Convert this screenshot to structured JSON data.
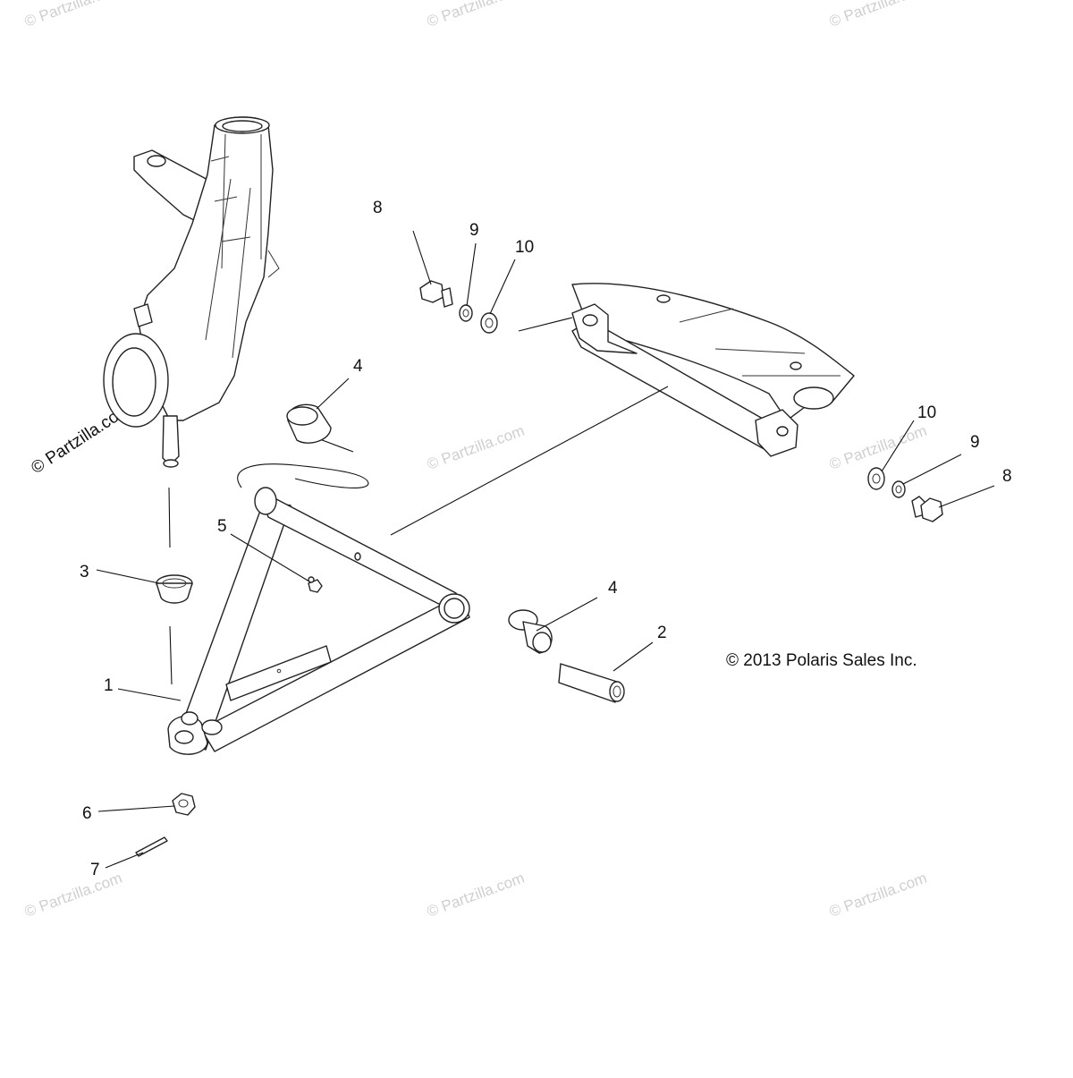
{
  "watermark": {
    "text": "© Partzilla.com",
    "prominent_text": "© Partzilla.com",
    "color": "#cfcfcf"
  },
  "copyright": "© 2013 Polaris Sales Inc.",
  "callouts": {
    "arm": "1",
    "pivot_tube": "2",
    "ball_joint_cup": "3",
    "bushing_upper": "4",
    "bushing_lower": "4",
    "grease_fitting": "5",
    "castle_nut": "6",
    "cotter_pin": "7",
    "bolt_left": "8",
    "lock_washer_left": "9",
    "flat_washer_left": "10",
    "flat_washer_right": "10",
    "lock_washer_right": "9",
    "bolt_right": "8"
  }
}
